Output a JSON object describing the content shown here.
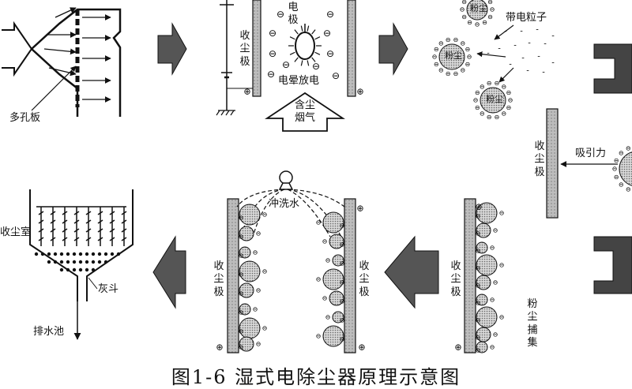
{
  "labels": {
    "porous_plate": "多孔板",
    "collector_top": "收尘极",
    "electrode": "电极",
    "corona_discharge": "电晕放电",
    "dusty_gas": "含尘烟气",
    "charged_particles": "带电粒子",
    "dust": "粉尘",
    "attraction": "吸引力",
    "collector_right": "收尘极",
    "dust_capture": "粉尘捕集",
    "flush_water": "冲洗水",
    "collector_mid_left": "收尘极",
    "collector_mid_right": "收尘极",
    "collector_bottom_right": "收尘极",
    "dust_chamber": "收尘室",
    "ash_hopper": "灰斗",
    "drain_pool": "排水池"
  },
  "symbols": {
    "plus": "⊕",
    "minus": "⊖",
    "neg": "-"
  },
  "caption": "图1-6  湿式电除尘器原理示意图"
}
